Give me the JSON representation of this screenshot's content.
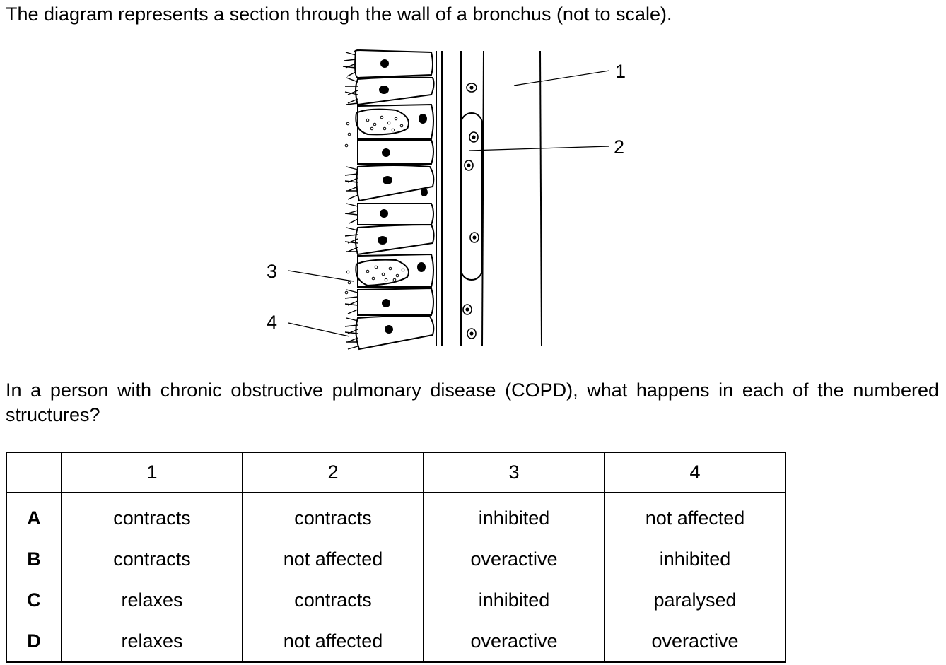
{
  "intro_text": "The diagram represents a section through the wall of a bronchus (not to scale).",
  "diagram": {
    "labels": [
      "1",
      "2",
      "3",
      "4"
    ]
  },
  "question_text": "In a person with chronic obstructive pulmonary disease (COPD), what happens in each of the numbered structures?",
  "table": {
    "header": [
      "",
      "1",
      "2",
      "3",
      "4"
    ],
    "rows": [
      {
        "letter": "A",
        "cells": [
          "contracts",
          "contracts",
          "inhibited",
          "not affected"
        ]
      },
      {
        "letter": "B",
        "cells": [
          "contracts",
          "not affected",
          "overactive",
          "inhibited"
        ]
      },
      {
        "letter": "C",
        "cells": [
          "relaxes",
          "contracts",
          "inhibited",
          "paralysed"
        ]
      },
      {
        "letter": "D",
        "cells": [
          "relaxes",
          "not affected",
          "overactive",
          "overactive"
        ]
      }
    ]
  }
}
